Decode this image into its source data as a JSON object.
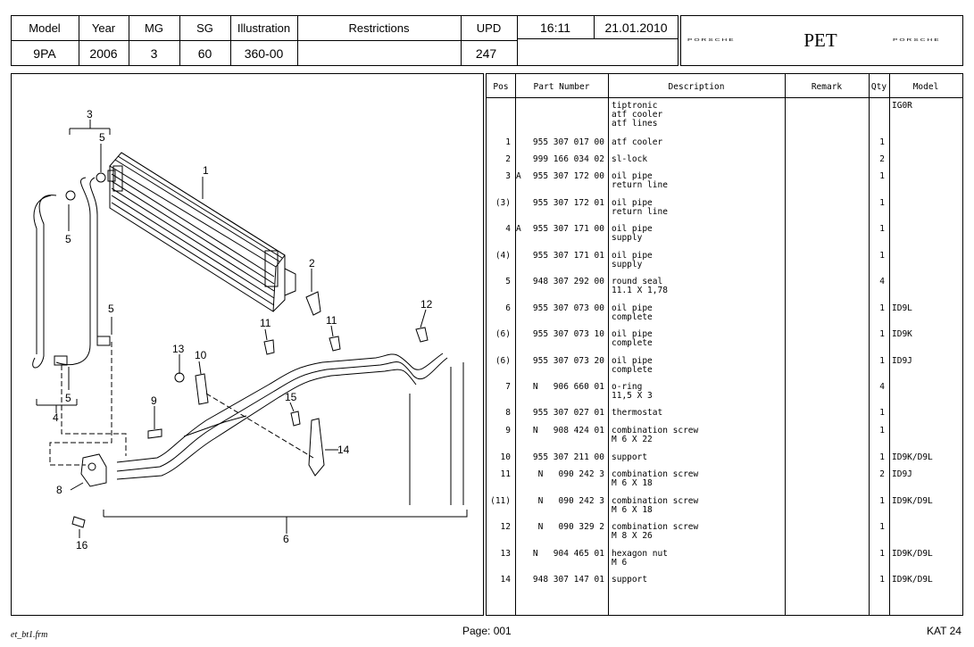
{
  "header": {
    "model_label": "Model",
    "model_value": "9PA",
    "year_label": "Year",
    "year_value": "2006",
    "mg_label": "MG",
    "mg_value": "3",
    "sg_label": "SG",
    "sg_value": "60",
    "illustration_label": "Illustration",
    "illustration_value": "360-00",
    "restrictions_label": "Restrictions",
    "upd_label": "UPD",
    "upd_value": "247",
    "time": "16:11",
    "date": "21.01.2010",
    "brand_left": "PORSCHE",
    "brand_title": "PET",
    "brand_right": "PORSCHE"
  },
  "table": {
    "headers": {
      "pos": "Pos",
      "part": "Part Number",
      "desc": "Description",
      "remark": "Remark",
      "qty": "Qty",
      "model": "Model"
    },
    "rows": [
      {
        "pos": "",
        "flag": "",
        "part": "",
        "desc": "tiptronic\natf cooler\natf lines",
        "qty": "",
        "model": "IG0R"
      },
      {
        "pos": "1",
        "flag": "",
        "part": "955 307 017 00",
        "desc": "atf cooler",
        "qty": "1",
        "model": ""
      },
      {
        "pos": "2",
        "flag": "",
        "part": "999 166 034 02",
        "desc": "sl-lock",
        "qty": "2",
        "model": ""
      },
      {
        "pos": "3",
        "flag": "A",
        "part": "955 307 172 00",
        "desc": "oil pipe\nreturn line",
        "qty": "1",
        "model": ""
      },
      {
        "pos": "(3)",
        "flag": "",
        "part": "955 307 172 01",
        "desc": "oil pipe\nreturn line",
        "qty": "1",
        "model": ""
      },
      {
        "pos": "4",
        "flag": "A",
        "part": "955 307 171 00",
        "desc": "oil pipe\nsupply",
        "qty": "1",
        "model": ""
      },
      {
        "pos": "(4)",
        "flag": "",
        "part": "955 307 171 01",
        "desc": "oil pipe\nsupply",
        "qty": "1",
        "model": ""
      },
      {
        "pos": "5",
        "flag": "",
        "part": "948 307 292 00",
        "desc": "round seal\n11.1 X 1,78",
        "qty": "4",
        "model": ""
      },
      {
        "pos": "6",
        "flag": "",
        "part": "955 307 073 00",
        "desc": "oil pipe\ncomplete",
        "qty": "1",
        "model": "ID9L"
      },
      {
        "pos": "(6)",
        "flag": "",
        "part": "955 307 073 10",
        "desc": "oil pipe\ncomplete",
        "qty": "1",
        "model": "ID9K"
      },
      {
        "pos": "(6)",
        "flag": "",
        "part": "955 307 073 20",
        "desc": "oil pipe\ncomplete",
        "qty": "1",
        "model": "ID9J"
      },
      {
        "pos": "7",
        "flag": "",
        "part": "N   906 660 01",
        "desc": "o-ring\n11,5 X 3",
        "qty": "4",
        "model": ""
      },
      {
        "pos": "8",
        "flag": "",
        "part": "955 307 027 01",
        "desc": "thermostat",
        "qty": "1",
        "model": ""
      },
      {
        "pos": "9",
        "flag": "",
        "part": "N   908 424 01",
        "desc": "combination screw\nM 6 X 22",
        "qty": "1",
        "model": ""
      },
      {
        "pos": "10",
        "flag": "",
        "part": "955 307 211 00",
        "desc": "support",
        "qty": "1",
        "model": "ID9K/D9L"
      },
      {
        "pos": "11",
        "flag": "",
        "part": "N   090 242 3",
        "desc": "combination screw\nM 6 X 18",
        "qty": "2",
        "model": "ID9J"
      },
      {
        "pos": "(11)",
        "flag": "",
        "part": "N   090 242 3",
        "desc": "combination screw\nM 6 X 18",
        "qty": "1",
        "model": "ID9K/D9L"
      },
      {
        "pos": "12",
        "flag": "",
        "part": "N   090 329 2",
        "desc": "combination screw\nM 8 X 26",
        "qty": "1",
        "model": ""
      },
      {
        "pos": "13",
        "flag": "",
        "part": "N   904 465 01",
        "desc": "hexagon nut\nM 6",
        "qty": "1",
        "model": "ID9K/D9L"
      },
      {
        "pos": "14",
        "flag": "",
        "part": "948 307 147 01",
        "desc": "support",
        "qty": "1",
        "model": "ID9K/D9L"
      }
    ]
  },
  "diagram": {
    "callouts": [
      "1",
      "2",
      "3",
      "4",
      "5",
      "5",
      "5",
      "5",
      "6",
      "8",
      "9",
      "10",
      "11",
      "11",
      "12",
      "13",
      "14",
      "15",
      "16"
    ]
  },
  "footer": {
    "file": "et_bt1.frm",
    "page": "Page: 001",
    "kat": "KAT 24"
  }
}
